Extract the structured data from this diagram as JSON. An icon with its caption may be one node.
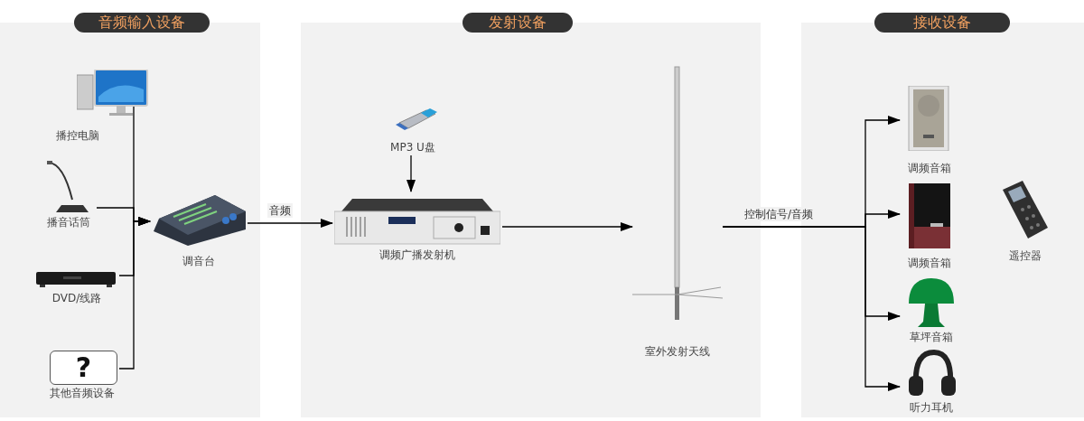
{
  "diagram": {
    "nodes": [
      {
        "text": [
          "音频输入设备"
        ]
      },
      {
        "text": [
          "播控电脑"
        ],
        "in": 0
      },
      {
        "text": [
          "播音话筒"
        ],
        "in": 0
      },
      {
        "text": [
          "DVD/线路"
        ],
        "in": 0
      },
      {
        "text": [
          "?",
          "其他音频设备"
        ],
        "in": 0
      },
      {
        "text": [
          "调音台"
        ],
        "in": 0
      },
      {
        "text": [
          "发射设备"
        ]
      },
      {
        "text": [
          "MP3 U盘"
        ],
        "in": 6
      },
      {
        "text": [
          "调频广播发射机"
        ],
        "in": 6
      },
      {
        "text": [
          "室外发射天线"
        ],
        "in": 6
      },
      {
        "text": [
          "接收设备"
        ]
      },
      {
        "text": [
          "调频音箱"
        ],
        "in": 10
      },
      {
        "text": [
          "调频音箱"
        ],
        "in": 10
      },
      {
        "text": [
          "草坪音箱"
        ],
        "in": 10
      },
      {
        "text": [
          "听力耳机"
        ],
        "in": 10
      },
      {
        "text": [
          "遥控器"
        ],
        "in": 10
      }
    ],
    "edges": [
      {
        "from": 1,
        "to": 5,
        "arrow": "to"
      },
      {
        "from": 2,
        "to": 5,
        "arrow": "to"
      },
      {
        "from": 3,
        "to": 5,
        "arrow": "to"
      },
      {
        "from": 4,
        "to": 5,
        "arrow": "to"
      },
      {
        "from": 5,
        "to": 8,
        "arrow": "to",
        "label": "音频"
      },
      {
        "from": 7,
        "to": 8,
        "arrow": "to"
      },
      {
        "from": 8,
        "to": 9,
        "arrow": "to"
      },
      {
        "from": 9,
        "to": 11,
        "arrow": "to",
        "label": "控制信号/音频"
      },
      {
        "from": 9,
        "to": 12,
        "arrow": "to"
      },
      {
        "from": 9,
        "to": 13,
        "arrow": "to"
      },
      {
        "from": 9,
        "to": 14,
        "arrow": "to"
      }
    ]
  }
}
